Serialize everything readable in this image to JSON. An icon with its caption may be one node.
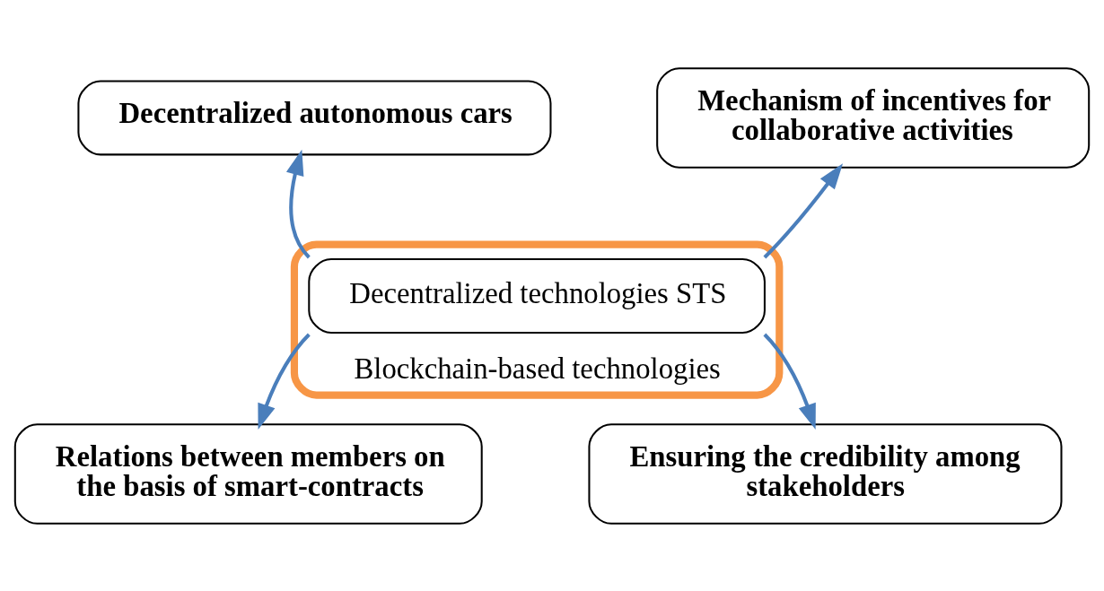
{
  "diagram": {
    "nodes": [
      {
        "text": [
          "Decentralized autonomous cars"
        ]
      },
      {
        "text": [
          "Mechanism of incentives for collaborative activities"
        ]
      },
      {
        "text": [
          "Blockchain-based technologies"
        ]
      },
      {
        "text": [
          "Decentralized technologies STS"
        ],
        "in": 2
      },
      {
        "text": [
          "Relations between members on the basis of smart-contracts"
        ]
      },
      {
        "text": [
          "Ensuring the credibility among stakeholders"
        ]
      }
    ],
    "edges": [
      {
        "from": 3,
        "to": 0,
        "arrow": "to"
      },
      {
        "from": 3,
        "to": 1,
        "arrow": "to"
      },
      {
        "from": 3,
        "to": 4,
        "arrow": "to"
      },
      {
        "from": 3,
        "to": 5,
        "arrow": "to"
      }
    ]
  }
}
